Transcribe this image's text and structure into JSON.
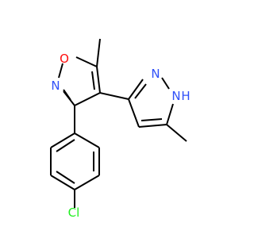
{
  "molecule": {
    "atoms": {
      "o_ring": "O",
      "n_isoxazole": "N",
      "n_pyrazole": "N",
      "nh_pyrazole_n": "N",
      "nh_pyrazole_h": "H",
      "chlorine": "Cl"
    }
  },
  "colors": {
    "bond": "#000000",
    "oxygen": "#ff0d0d",
    "nitrogen": "#3050f8",
    "chlorine": "#1ff01f"
  }
}
